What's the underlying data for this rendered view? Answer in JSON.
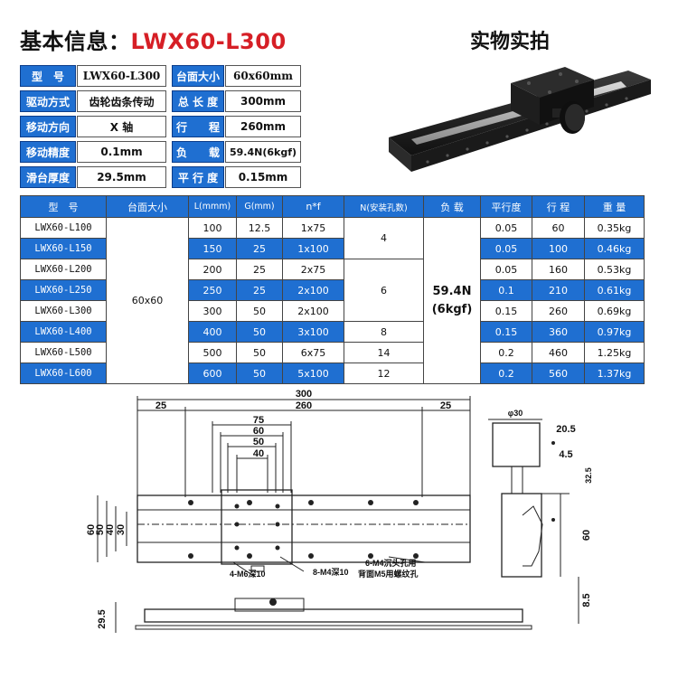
{
  "header": {
    "label": "基本信息：",
    "model": "LWX60-L300",
    "photo_title": "实物实拍"
  },
  "spec": {
    "rows": [
      {
        "k1": "型　号",
        "v1": "LWX60-L300",
        "k2": "台面大小",
        "v2": "60x60mm"
      },
      {
        "k1": "驱动方式",
        "v1": "齿轮齿条传动",
        "k2": "总 长 度",
        "v2": "300mm"
      },
      {
        "k1": "移动方向",
        "v1": "X 轴",
        "k2": "行　　程",
        "v2": "260mm"
      },
      {
        "k1": "移动精度",
        "v1": "0.1mm",
        "k2": "负　　载",
        "v2": "59.4N(6kgf)"
      },
      {
        "k1": "滑台厚度",
        "v1": "29.5mm",
        "k2": "平 行 度",
        "v2": "0.15mm"
      }
    ]
  },
  "table": {
    "headers": [
      "型　号",
      "台面大小",
      "L(mmm)",
      "G(mm)",
      "n*f",
      "N(安装孔数)",
      "负 载",
      "平行度",
      "行 程",
      "重 量"
    ],
    "table_size": "60x60",
    "load_line1": "59.4N",
    "load_line2": "(6kgf)",
    "n_groups": [
      "4",
      "6",
      "8",
      "14",
      "12"
    ],
    "rows": [
      {
        "model": "LWX60-L100",
        "L": "100",
        "G": "12.5",
        "nf": "1x75",
        "par": "0.05",
        "stroke": "60",
        "weight": "0.35kg"
      },
      {
        "model": "LWX60-L150",
        "L": "150",
        "G": "25",
        "nf": "1x100",
        "par": "0.05",
        "stroke": "100",
        "weight": "0.46kg"
      },
      {
        "model": "LWX60-L200",
        "L": "200",
        "G": "25",
        "nf": "2x75",
        "par": "0.05",
        "stroke": "160",
        "weight": "0.53kg"
      },
      {
        "model": "LWX60-L250",
        "L": "250",
        "G": "25",
        "nf": "2x100",
        "par": "0.1",
        "stroke": "210",
        "weight": "0.61kg"
      },
      {
        "model": "LWX60-L300",
        "L": "300",
        "G": "50",
        "nf": "2x100",
        "par": "0.15",
        "stroke": "260",
        "weight": "0.69kg"
      },
      {
        "model": "LWX60-L400",
        "L": "400",
        "G": "50",
        "nf": "3x100",
        "par": "0.15",
        "stroke": "360",
        "weight": "0.97kg"
      },
      {
        "model": "LWX60-L500",
        "L": "500",
        "G": "50",
        "nf": "6x75",
        "par": "0.2",
        "stroke": "460",
        "weight": "1.25kg"
      },
      {
        "model": "LWX60-L600",
        "L": "600",
        "G": "50",
        "nf": "5x100",
        "par": "0.2",
        "stroke": "560",
        "weight": "1.37kg"
      }
    ]
  },
  "drawing": {
    "dims": {
      "total": "300",
      "stroke": "260",
      "end_left": "25",
      "end_right": "25",
      "d75": "75",
      "d60": "60",
      "d50": "50",
      "d40": "40",
      "h60": "60",
      "h50": "50",
      "h40": "40",
      "h30": "30",
      "thickness": "29.5",
      "knob_dia": "φ30",
      "d20_5": "20.5",
      "d4_5": "4.5",
      "d32_5": "32.5",
      "side60": "60",
      "d8_5": "8.5"
    },
    "notes": {
      "m6": "4-M6深10",
      "m4": "8-M4深10",
      "m4_sink_1": "6-M4沉头孔用",
      "m4_sink_2": "背面M5用螺纹孔"
    }
  }
}
